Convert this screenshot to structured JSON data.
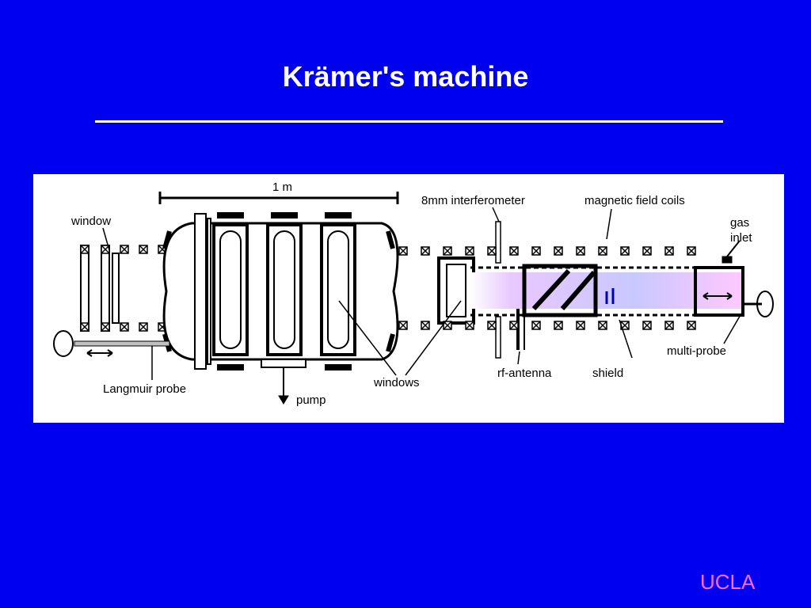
{
  "slide": {
    "title": "Krämer's machine",
    "footer": "UCLA"
  },
  "diagram": {
    "labels": {
      "scale": "1 m",
      "window": "window",
      "langmuir_probe": "Langmuir probe",
      "pump": "pump",
      "windows": "windows",
      "interferometer": "8mm interferometer",
      "magnetic_field_coils": "magnetic field coils",
      "gas": "gas",
      "inlet": "inlet",
      "rf_antenna": "rf-antenna",
      "shield": "shield",
      "multi_probe": "multi-probe"
    },
    "colors": {
      "background": "#0000f0",
      "plasma_start": "#c8c8ff",
      "plasma_end": "#ffc8ff",
      "accent": "#ff66ff"
    }
  }
}
